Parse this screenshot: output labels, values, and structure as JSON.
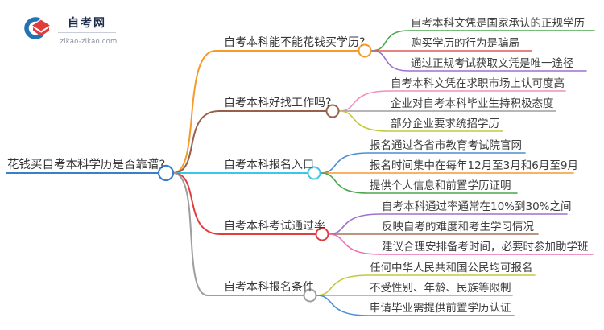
{
  "logo": {
    "title": "自考网",
    "domain": "zikao-zikao.com",
    "icon_crescent_color": "#2272b4",
    "icon_cap_color": "#e23b3b"
  },
  "map": {
    "central": {
      "label": "花钱买自考本科学历是否靠谱?",
      "color": "#3b7fc8"
    },
    "branches": [
      {
        "label": "自考本科能不能花钱买学历?",
        "color": "#f59a2b",
        "leaves": [
          {
            "text": "自考本科文凭是国家承认的正规学历",
            "color": "#4aa54c"
          },
          {
            "text": "购买学历的行为是骗局",
            "color": "#e05858"
          },
          {
            "text": "通过正规考试获取文凭是唯一途径",
            "color": "#9d70d2"
          }
        ]
      },
      {
        "label": "自考本科好找工作吗?",
        "color": "#96604a",
        "leaves": [
          {
            "text": "自考本科文凭在求职市场上认可度高",
            "color": "#f290bc"
          },
          {
            "text": "企业对自考本科毕业生持积极态度",
            "color": "#9e9e9e"
          },
          {
            "text": "部分企业要求统招学历",
            "color": "#c3c83e"
          }
        ]
      },
      {
        "label": "自考本科报名入口",
        "color": "#3ec6e6",
        "leaves": [
          {
            "text": "报名通过各省市教育考试院官网",
            "color": "#4a8fd6"
          },
          {
            "text": "报名时间集中在每年12月至3月和6月至9月",
            "color": "#f59a2b"
          },
          {
            "text": "提供个人信息和前置学历证明",
            "color": "#4aa54c"
          }
        ]
      },
      {
        "label": "自考本科考试通过率",
        "color": "#e03e3e",
        "leaves": [
          {
            "text": "自考本科通过率通常在10%到30%之间",
            "color": "#9d70d2"
          },
          {
            "text": "反映自考的难度和考生学习情况",
            "color": "#a5715c"
          },
          {
            "text": "建议合理安排备考时间，必要时参加助学班",
            "color": "#ef6fb2"
          }
        ]
      },
      {
        "label": "自考本科报名条件",
        "color": "#9e9e9e",
        "leaves": [
          {
            "text": "任何中华人民共和国公民均可报名",
            "color": "#c3c83e"
          },
          {
            "text": "不受性别、年龄、民族等限制",
            "color": "#3ec6e6"
          },
          {
            "text": "申请毕业需提供前置学历认证",
            "color": "#4a8fd6"
          }
        ]
      }
    ]
  }
}
